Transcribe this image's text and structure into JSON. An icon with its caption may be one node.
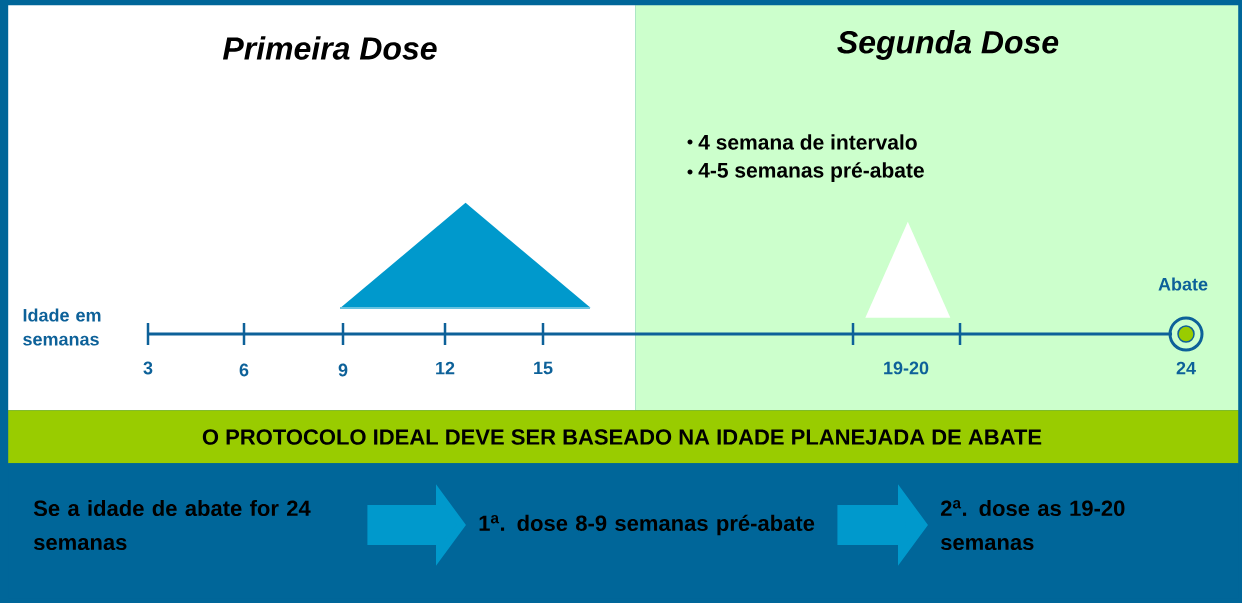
{
  "diagram": {
    "nodes": [
      {
        "text": [
          "Primeira Dose"
        ]
      },
      {
        "text": [],
        "shape": "triangle",
        "in": 0
      },
      {
        "text": [
          "Segunda Dose",
          "4 semana de intervalo",
          "4-5 semanas pré-abate"
        ]
      },
      {
        "text": [],
        "shape": "triangle",
        "in": 2
      },
      {
        "text": [
          "O PROTOCOLO IDEAL DEVE SER BASEADO NA IDADE PLANEJADA DE ABATE"
        ]
      },
      {
        "text": [],
        "shape": "box"
      },
      {
        "text": [
          "Se a idade de abate for 24 semanas"
        ],
        "in": 5
      },
      {
        "text": [
          "1$^{a}$. dose 8-9 semanas pré-abate"
        ],
        "in": 5
      },
      {
        "text": [
          "2$^{a}$. dose as 19-20 semanas"
        ],
        "in": 5
      }
    ],
    "edges": [
      {
        "from": 6,
        "to": 7,
        "arrow": "to"
      },
      {
        "from": 7,
        "to": 8,
        "arrow": "to"
      }
    ],
    "labels": [
      "Abate",
      "Idade em semanas",
      "3",
      "6",
      "9",
      "12",
      "15",
      "19-20",
      "24"
    ]
  }
}
